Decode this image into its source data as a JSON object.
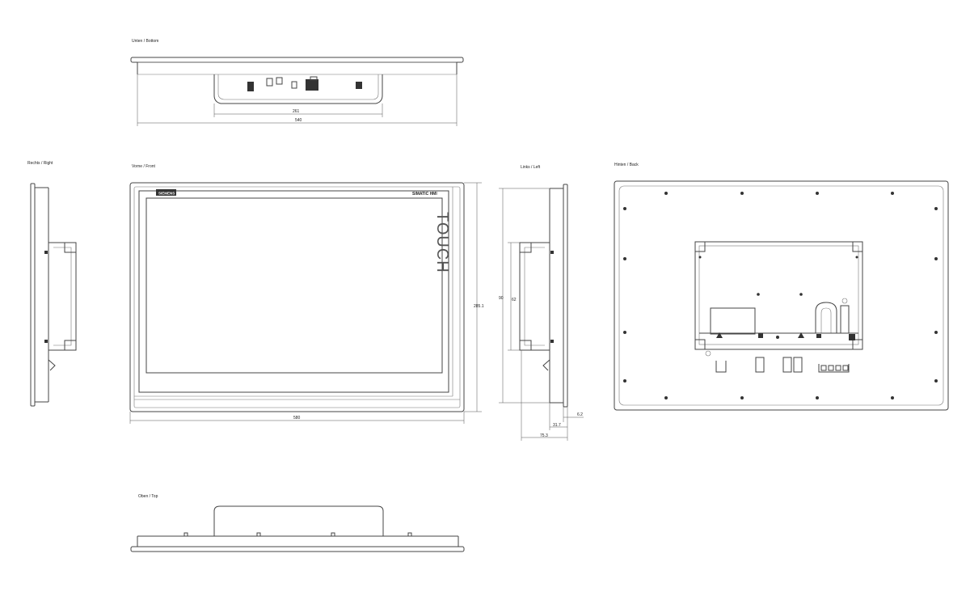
{
  "views": {
    "bottom": "Unten / Bottom",
    "right": "Rechts / Right",
    "front": "Vorne / Front",
    "left": "Links / Left",
    "back": "Hinten / Back",
    "top": "Oben / Top"
  },
  "labels": {
    "siemens_logo": "SIEMENS",
    "brand": "SIMATIC HMI",
    "touch": "TOUCH"
  },
  "dimensions": {
    "bottom_inner": "261",
    "bottom_outer": "540",
    "front_width": "580",
    "front_height": "285.1",
    "left_h1": "90",
    "left_h2": "62",
    "left_d1": "6.2",
    "left_d2": "31.7",
    "left_d3": "75.3"
  }
}
